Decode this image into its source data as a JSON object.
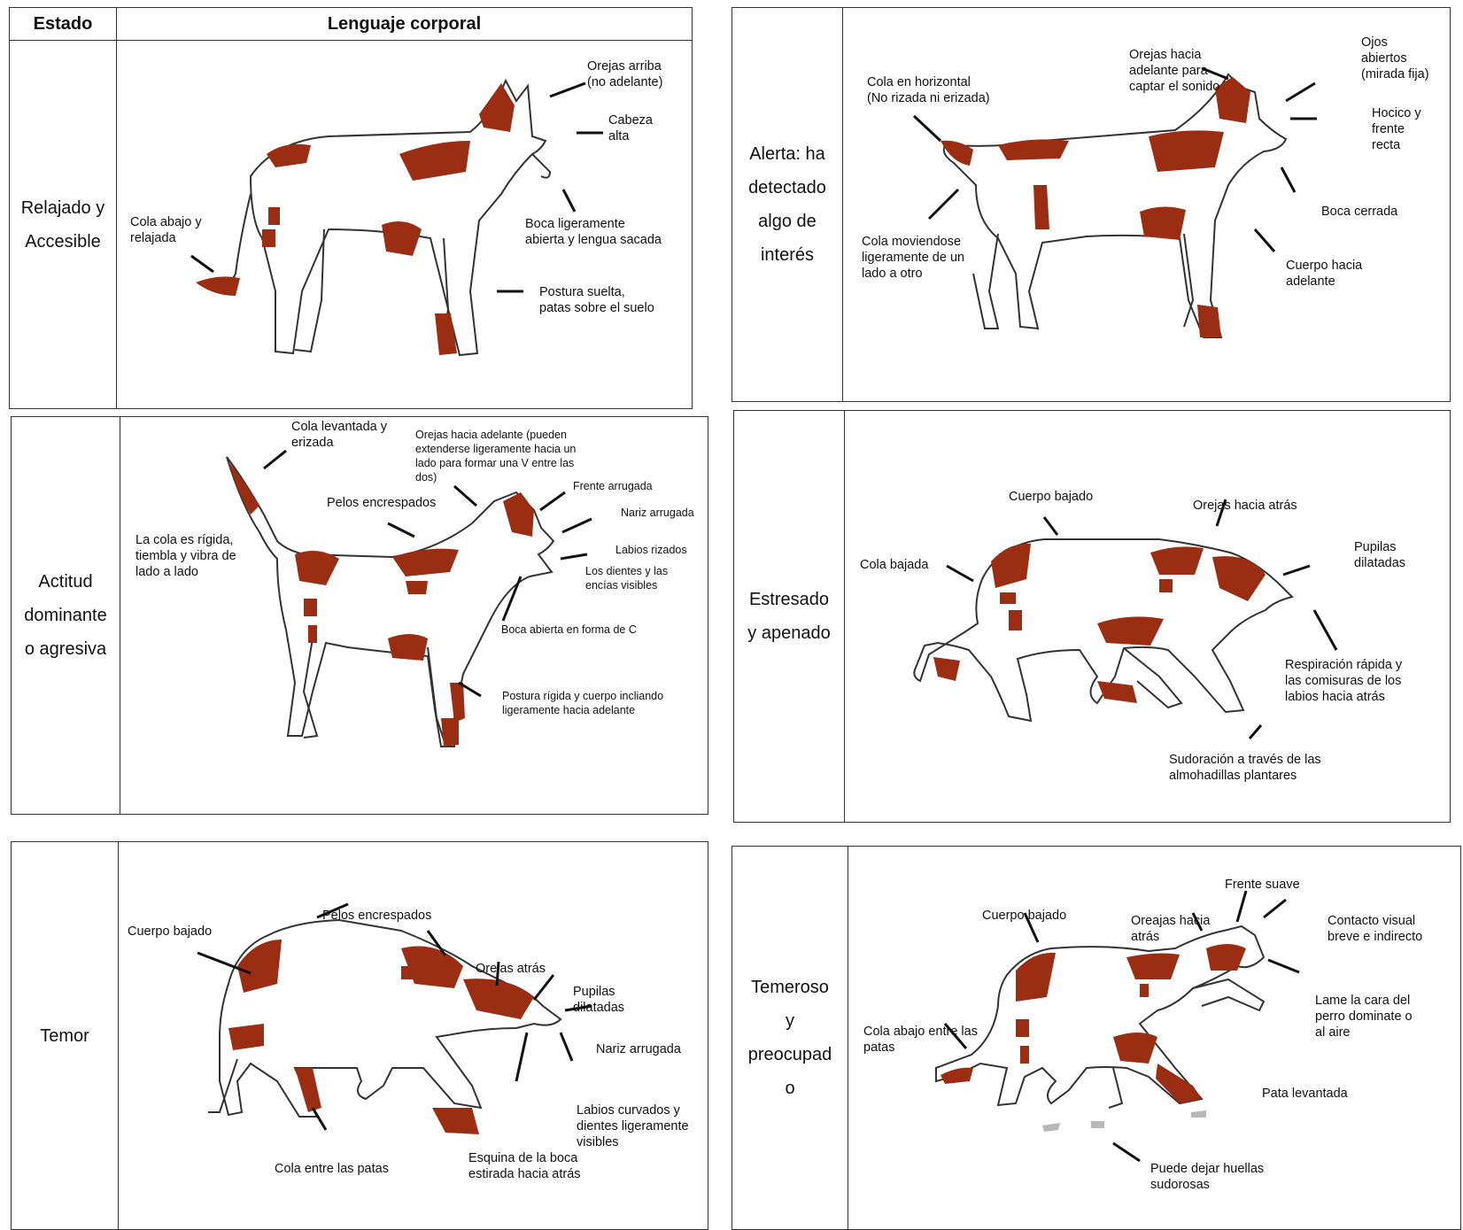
{
  "header": {
    "estado": "Estado",
    "lenguaje": "Lenguaje corporal"
  },
  "colors": {
    "fur_patch": "#9a2d12",
    "outline": "#333333"
  },
  "panels": [
    {
      "state": [
        "Relajado y",
        "Accesible"
      ],
      "labels": [
        "Orejas arriba\n(no adelante)",
        "Cabeza\nalta",
        "Boca ligeramente\nabierta y lengua sacada",
        "Postura suelta,\npatas sobre el suelo",
        "Cola abajo y\nrelajada"
      ]
    },
    {
      "state": [
        "Alerta: ha",
        "detectado",
        "algo de",
        "interés"
      ],
      "labels": [
        "Cola en horizontal\n(No rizada ni erizada)",
        "Orejas hacia\nadelante para\ncaptar el sonido",
        "Ojos\nabiertos\n(mirada fija)",
        "Hocico y\nfrente\nrecta",
        "Boca cerrada",
        "Cola moviendose\nligeramente de un\nlado a otro",
        "Cuerpo hacia\nadelante"
      ]
    },
    {
      "state": [
        "Actitud",
        "dominante",
        "o agresiva"
      ],
      "labels": [
        "Cola levantada y\nerizada",
        "Orejas hacia adelante (pueden\nextenderse ligeramente hacia un\nlado para formar una V entre las\ndos)",
        "Pelos encrespados",
        "Frente arrugada",
        "Nariz arrugada",
        "La cola es rígida,\ntiembla y vibra de\nlado a lado",
        "Labios rizados",
        "Los dientes y las\nencías visibles",
        "Boca abierta en forma de C",
        "Postura rígida y cuerpo incliando\nligeramente hacia adelante"
      ]
    },
    {
      "state": [
        "Estresado",
        "y apenado"
      ],
      "labels": [
        "Cuerpo bajado",
        "Orejas hacia atrás",
        "Cola bajada",
        "Pupilas\ndilatadas",
        "Respiración rápida y\nlas comisuras de los\nlabios hacia atrás",
        "Sudoración a través de las\nalmohadillas plantares"
      ]
    },
    {
      "state": [
        "Temor"
      ],
      "labels": [
        "Pelos encrespados",
        "Cuerpo bajado",
        "Orejas atrás",
        "Pupilas\ndilatadas",
        "Nariz arrugada",
        "Labios curvados y\ndientes ligeramente\nvisibles",
        "Cola entre las patas",
        "Esquina de la boca\nestirada hacia atrás"
      ]
    },
    {
      "state": [
        "Temeroso",
        "y",
        "preocupad",
        "o"
      ],
      "labels": [
        "Frente suave",
        "Cuerpo bajado",
        "Oreajas hacia\natrás",
        "Contacto visual\nbreve e indirecto",
        "Lame la cara del\nperro dominate o\nal aire",
        "Cola abajo entre las\npatas",
        "Pata levantada",
        "Puede dejar huellas\nsudorosas"
      ]
    }
  ]
}
